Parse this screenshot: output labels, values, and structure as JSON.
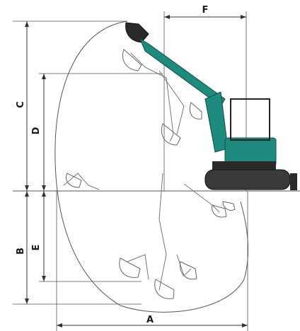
{
  "diagram": {
    "dimension_labels": {
      "A": "A",
      "B": "B",
      "C": "C",
      "D": "D",
      "E": "E",
      "F": "F"
    },
    "colors": {
      "machine_teal": "#1f8a7e",
      "machine_dark": "#2a2a2a",
      "line": "#444444",
      "outline": "#555555",
      "background": "#ffffff"
    }
  }
}
